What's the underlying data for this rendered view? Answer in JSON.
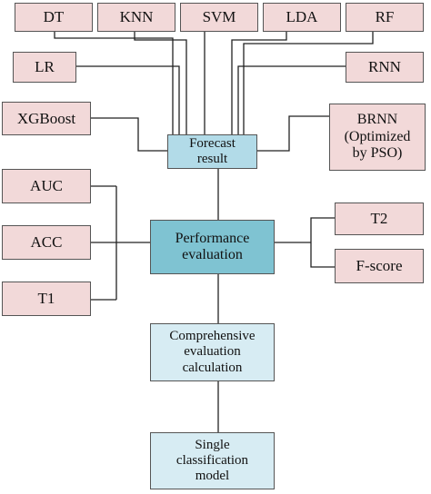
{
  "colors": {
    "pink": "#f2d9d9",
    "light_blue": "#d7ecf3",
    "mid_blue": "#b2dbe8",
    "teal": "#7fc3d2",
    "line": "#222222"
  },
  "models": {
    "dt": "DT",
    "knn": "KNN",
    "svm": "SVM",
    "lda": "LDA",
    "rf": "RF",
    "lr": "LR",
    "rnn": "RNN",
    "xgboost": "XGBoost",
    "brnn": "BRNN\n(Optimized\nby PSO)"
  },
  "forecast_result": "Forecast\nresult",
  "performance_evaluation": "Performance\nevaluation",
  "metrics": {
    "auc": "AUC",
    "acc": "ACC",
    "t1": "T1",
    "t2": "T2",
    "f_score": "F-score"
  },
  "comprehensive": "Comprehensive\nevaluation\ncalculation",
  "single_model": "Single\nclassification\nmodel"
}
